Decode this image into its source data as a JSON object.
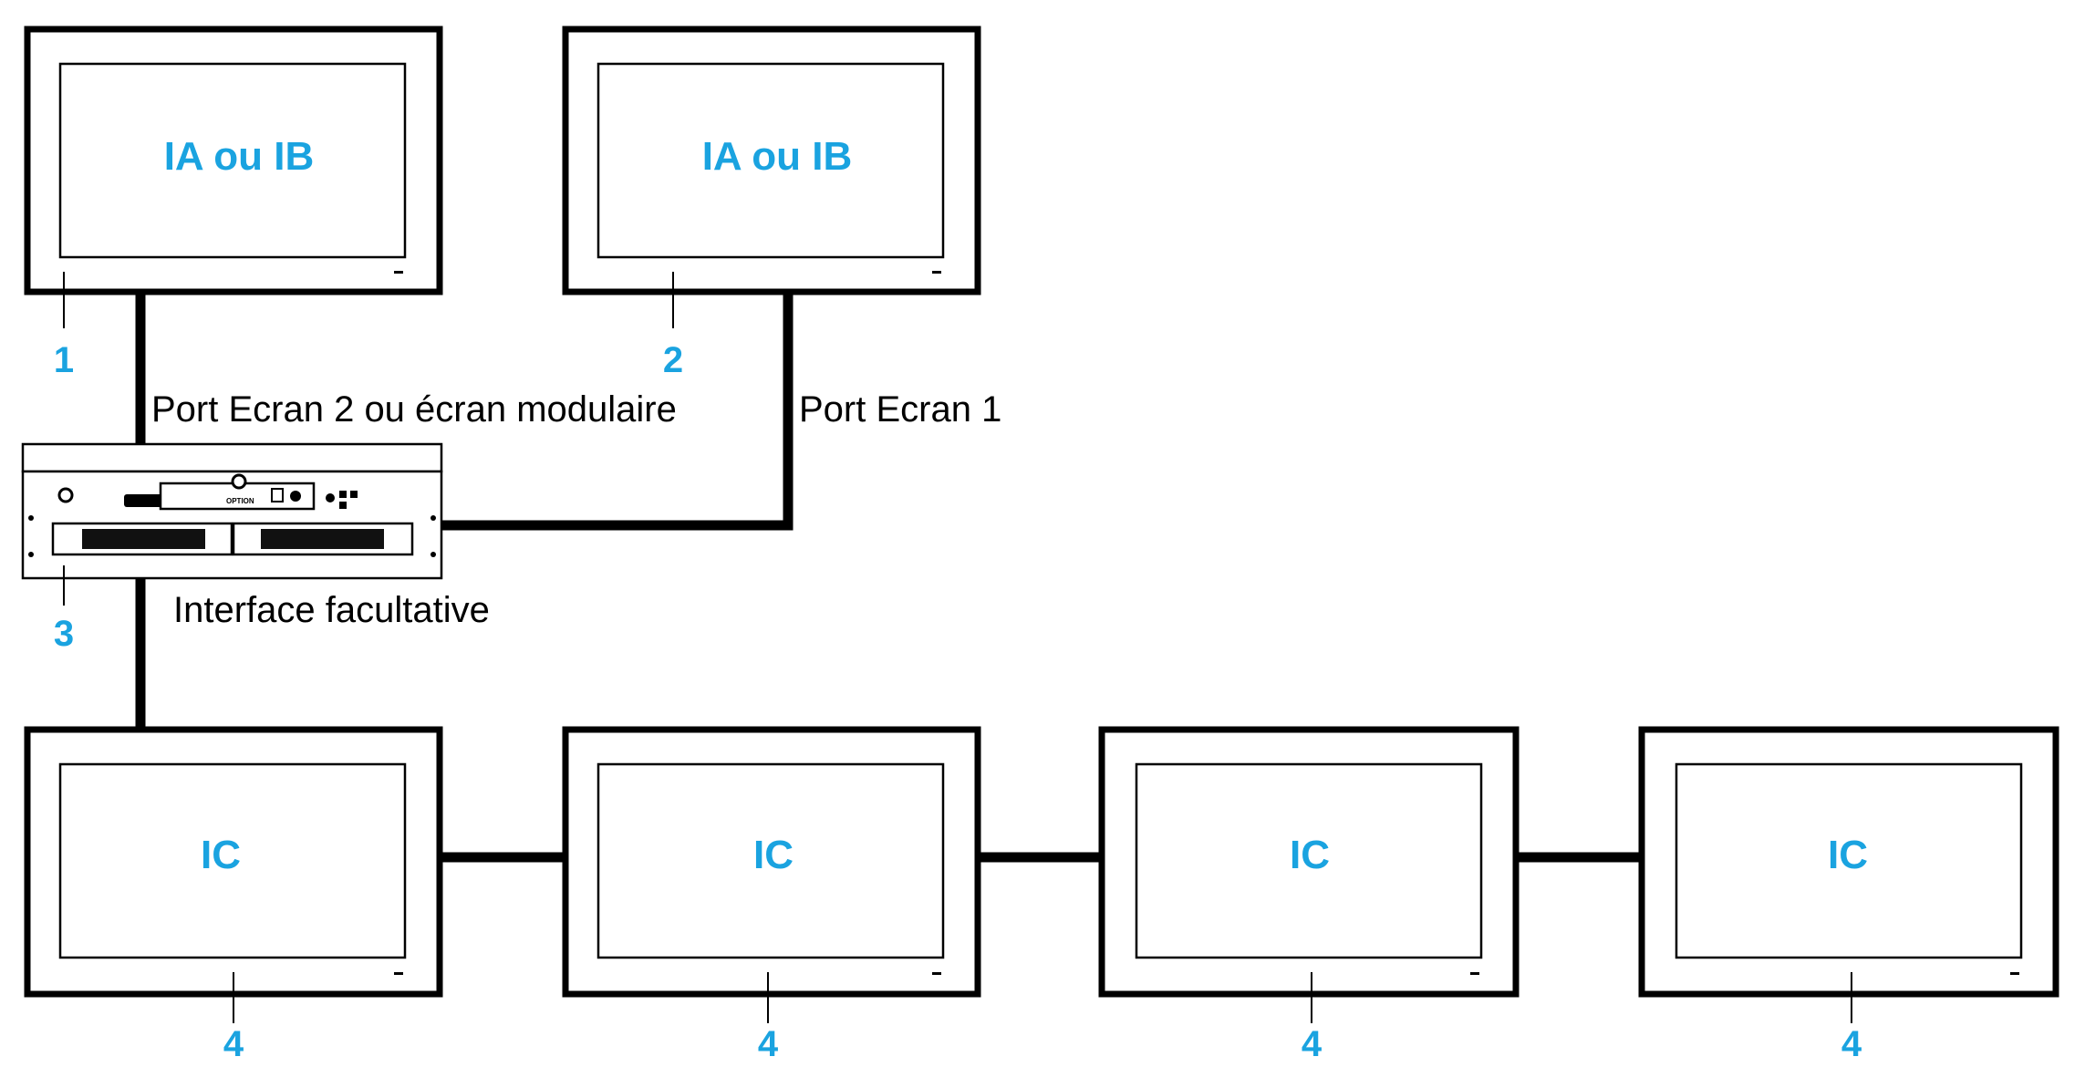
{
  "colors": {
    "accent": "#1aa3e0",
    "line": "#000000"
  },
  "screens": {
    "top_left": {
      "label": "IA ou IB",
      "callout": "1"
    },
    "top_right": {
      "label": "IA ou IB",
      "callout": "2"
    },
    "bottom": [
      {
        "label": "IC",
        "callout": "4"
      },
      {
        "label": "IC",
        "callout": "4"
      },
      {
        "label": "IC",
        "callout": "4"
      },
      {
        "label": "IC",
        "callout": "4"
      }
    ]
  },
  "module": {
    "callout": "3",
    "chip_label": "OPTION"
  },
  "connections": {
    "port_screen2": "Port Ecran 2 ou écran modulaire",
    "port_screen1": "Port Ecran 1",
    "optional_interface": "Interface facultative"
  }
}
